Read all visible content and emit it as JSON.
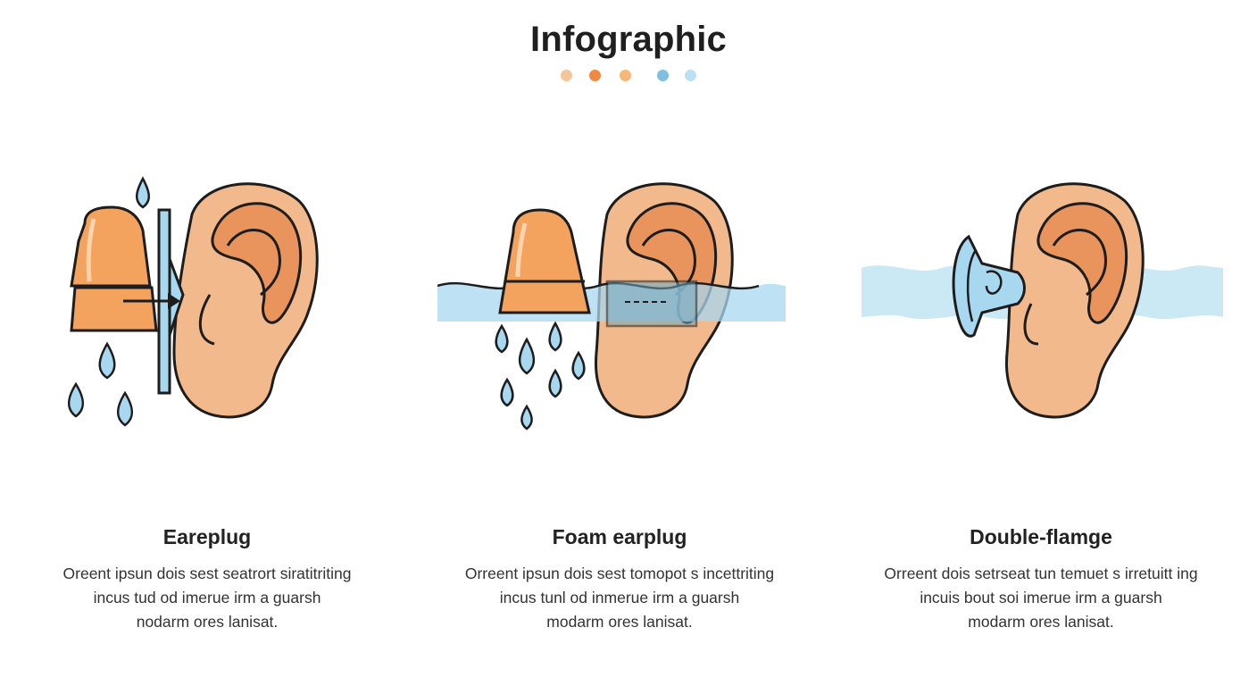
{
  "title": "Infographic",
  "colors": {
    "skin": "#f2b98c",
    "skin_inner": "#e9945c",
    "plug_orange": "#f4a35f",
    "water_blue": "#a8d8ef",
    "outline": "#1d1d1d",
    "dots": [
      "#f5c59c",
      "#ef8a45",
      "#f7b777",
      "#7fbfe0",
      "#b9e1f3"
    ]
  },
  "panels": [
    {
      "title": "Eareplug",
      "lines": [
        "Oreent ipsun dois sest seatrort siratitriting",
        "incus tud od imerue irm a guarsh",
        "nodarm ores lanisat."
      ],
      "icons": [
        "earplug-icon",
        "ear-icon",
        "water-drop-icon",
        "arrow-icon"
      ]
    },
    {
      "title": "Foam earplug",
      "lines": [
        "Orreent ipsun dois sest tomopot s incettriting",
        "incus tunl od inmerue irm a guarsh",
        "modarm ores lanisat."
      ],
      "icons": [
        "foam-earplug-icon",
        "ear-icon",
        "water-wave-icon",
        "water-drop-icon"
      ]
    },
    {
      "title": "Double-flamge",
      "lines": [
        "Orreent dois setrseat tun temuet s irretuitt ing",
        "incuis bout soi imerue irm a guarsh",
        "modarm ores lanisat."
      ],
      "icons": [
        "double-flange-earplug-icon",
        "ear-icon",
        "water-wave-icon"
      ]
    }
  ]
}
